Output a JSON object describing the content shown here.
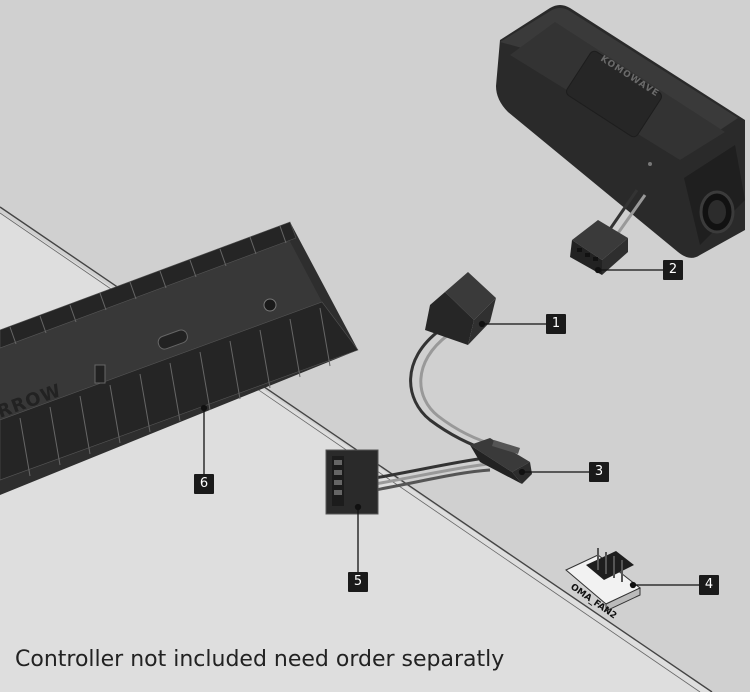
{
  "caption": "Controller not included need order separatly",
  "callouts": [
    "1",
    "2",
    "3",
    "4",
    "5",
    "6"
  ],
  "labels": {
    "controller_brand": "KOMOWAVE",
    "hub_brand": "RROW",
    "header_label": "OMA_FAN2"
  },
  "colors": {
    "background": "#d6d6d6",
    "component": "#2b2b2b",
    "callout_bg": "#1a1a1a",
    "callout_text": "#ffffff"
  }
}
